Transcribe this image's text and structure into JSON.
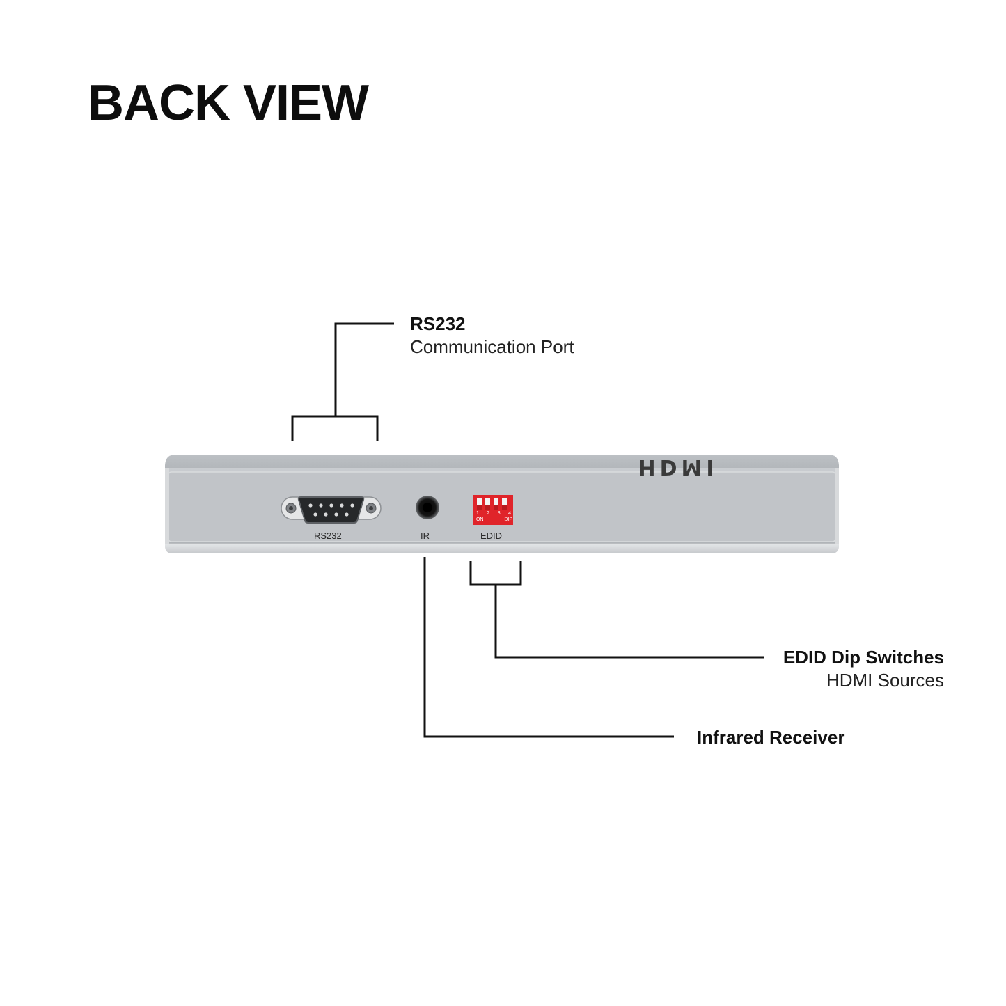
{
  "title": "BACK VIEW",
  "callouts": {
    "rs232": {
      "title": "RS232",
      "subtitle": "Communication Port"
    },
    "edid": {
      "title": "EDID Dip Switches",
      "subtitle": "HDMI Sources"
    },
    "ir": {
      "title": "Infrared Receiver"
    }
  },
  "device": {
    "brand": "HDMI",
    "ports": {
      "rs232": "RS232",
      "ir": "IR",
      "edid": "EDID"
    },
    "dip_switch": {
      "numbers": [
        "1",
        "2",
        "3",
        "4"
      ],
      "on_label": "ON",
      "dip_label": "DIP"
    }
  },
  "colors": {
    "device_body": "#b4b8bc",
    "device_edge": "#d2d5d8",
    "dip_switch": "#e0242a",
    "leader_lines": "#111111"
  },
  "icons": [
    "db9-connector-icon",
    "audio-jack-icon",
    "dip-switch-icon"
  ]
}
